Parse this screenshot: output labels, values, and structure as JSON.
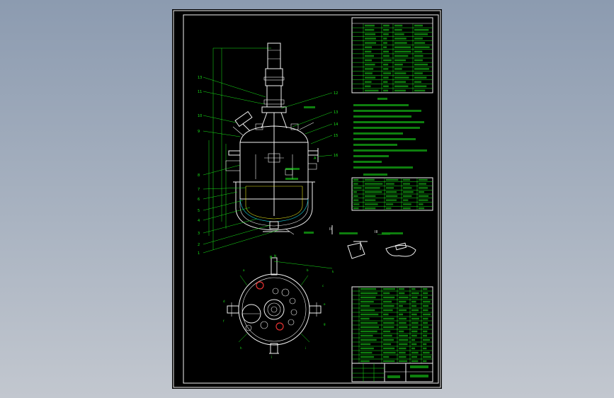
{
  "view": {
    "background_color": "#9aa6b8",
    "sheet_color": "#000000",
    "line_color": "#19e619",
    "outline_color": "#f2f2f2",
    "highlight_color": "#e63232"
  },
  "drawing": {
    "part_numbers_left": [
      "13",
      "11",
      "10",
      "9",
      "8",
      "7",
      "6",
      "5",
      "4",
      "3",
      "2",
      "1"
    ],
    "part_numbers_right": [
      "12",
      "13",
      "14",
      "15",
      "16"
    ],
    "section_labels": [
      "A",
      "B"
    ],
    "detail_labels": [
      "II",
      "III"
    ],
    "plan_labels": [
      "N",
      "a",
      "b",
      "c",
      "d",
      "e",
      "f",
      "g",
      "h",
      "i",
      "j",
      "k"
    ]
  }
}
